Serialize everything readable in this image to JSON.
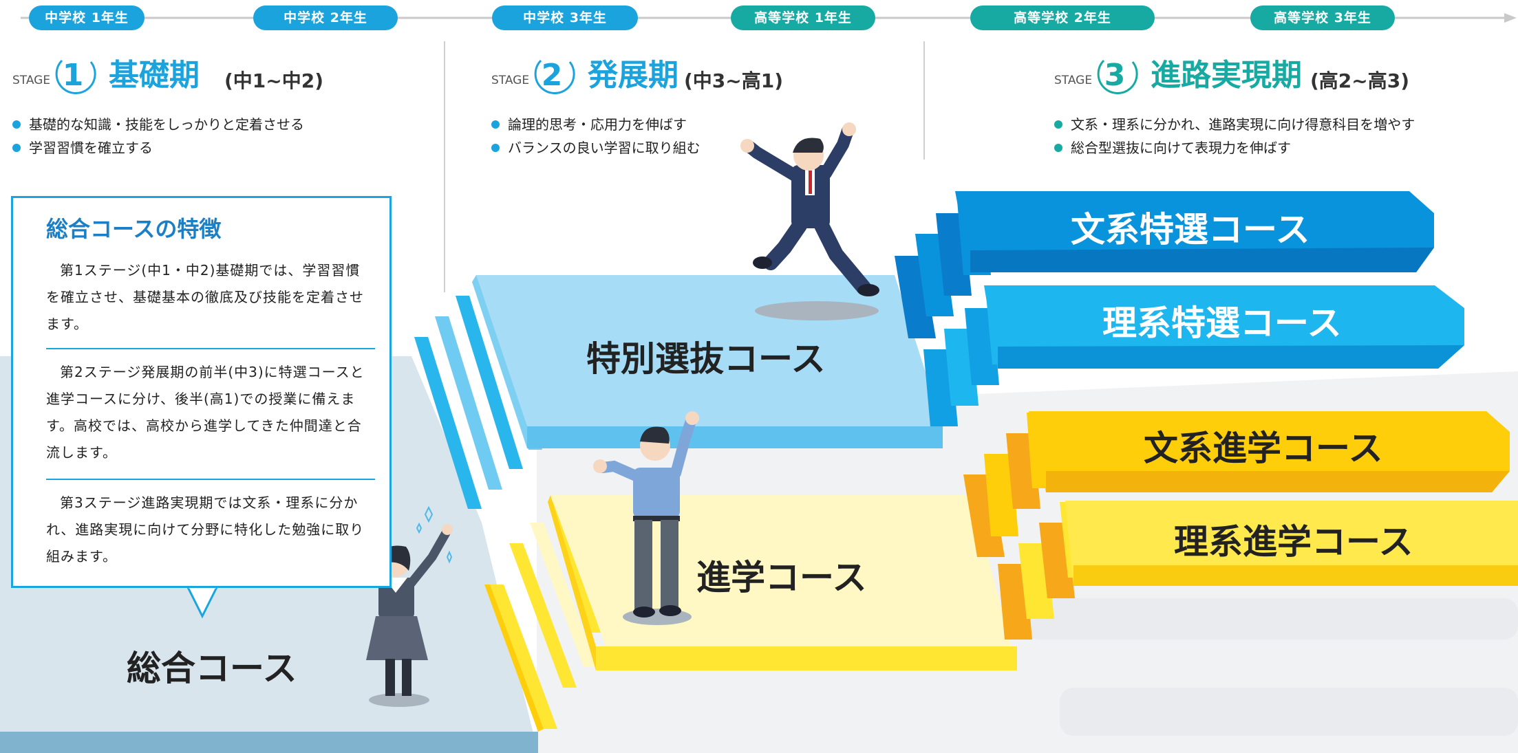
{
  "timeline": [
    {
      "label": "中学校 1年生",
      "color": "#1aa3dc"
    },
    {
      "label": "中学校 2年生",
      "color": "#1aa3dc"
    },
    {
      "label": "中学校 3年生",
      "color": "#1aa3dc"
    },
    {
      "label": "高等学校 1年生",
      "color": "#16aaa2"
    },
    {
      "label": "高等学校 2年生",
      "color": "#16aaa2"
    },
    {
      "label": "高等学校 3年生",
      "color": "#16aaa2"
    }
  ],
  "stages": [
    {
      "word": "STAGE",
      "num": "1",
      "title": "基礎期",
      "range": "(中1~中2)",
      "color": "#1aa3dc",
      "bullets": [
        "基礎的な知識・技能をしっかりと定着させる",
        "学習習慣を確立する"
      ]
    },
    {
      "word": "STAGE",
      "num": "2",
      "title": "発展期",
      "range": "(中3~高1)",
      "color": "#1aa3dc",
      "bullets": [
        "論理的思考・応用力を伸ばす",
        "バランスの良い学習に取り組む"
      ]
    },
    {
      "word": "STAGE",
      "num": "3",
      "title": "進路実現期",
      "range": "(高2~高3)",
      "color": "#16aaa2",
      "bullets": [
        "文系・理系に分かれ、進路実現に向け得意科目を増やす",
        "総合型選抜に向けて表現力を伸ばす"
      ]
    }
  ],
  "card": {
    "title": "総合コースの特徴",
    "paragraphs": [
      "第1ステージ(中1・中2)基礎期では、学習習慣を確立させ、基礎基本の徹底及び技能を定着させます。",
      "第2ステージ発展期の前半(中3)に特選コースと進学コースに分け、後半(高1)での授業に備えます。高校では、高校から進学してきた仲間達と合流します。",
      "第3ステージ進路実現期では文系・理系に分かれ、進路実現に向けて分野に特化した勉強に取り組みます。"
    ]
  },
  "courses": {
    "general": "総合コース",
    "special_selection": "特別選抜コース",
    "advancement": "進学コース",
    "humanities_special": "文系特選コース",
    "science_special": "理系特選コース",
    "humanities_advancement": "文系進学コース",
    "science_advancement": "理系進学コース"
  },
  "colors": {
    "blue_primary": "#1aa3dc",
    "teal_primary": "#16aaa2",
    "light_blue": "#a6dcf6",
    "sky_blue": "#1eb6ee",
    "deep_blue": "#0a93dd",
    "pale_yellow": "#fff8c4",
    "yellow": "#ffe633",
    "gold": "#ffce0b",
    "base_gray": "#d8e5ed",
    "card_border": "#1ba5e0"
  }
}
